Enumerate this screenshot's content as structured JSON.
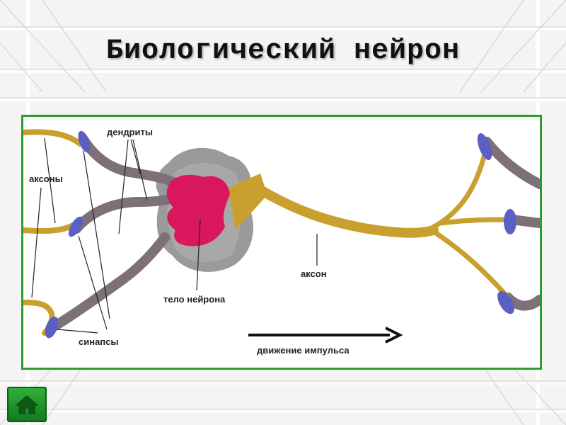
{
  "slide": {
    "title": "Биологический нейрон"
  },
  "diagram": {
    "labels": {
      "dendrites": "дендриты",
      "axons": "аксоны",
      "synapses": "синапсы",
      "cell_body": "тело нейрона",
      "axon": "аксон",
      "impulse_direction": "движение импульса"
    },
    "colors": {
      "axon_gold": "#c9a02e",
      "dendrite_gray": "#7e7078",
      "synapse_blue": "#5a5fc4",
      "nucleus_red": "#d8175c",
      "soma_gray": "#9a9a9a",
      "frame_green": "#2e9b2e"
    }
  },
  "navigation": {
    "home_icon": "home-icon"
  }
}
